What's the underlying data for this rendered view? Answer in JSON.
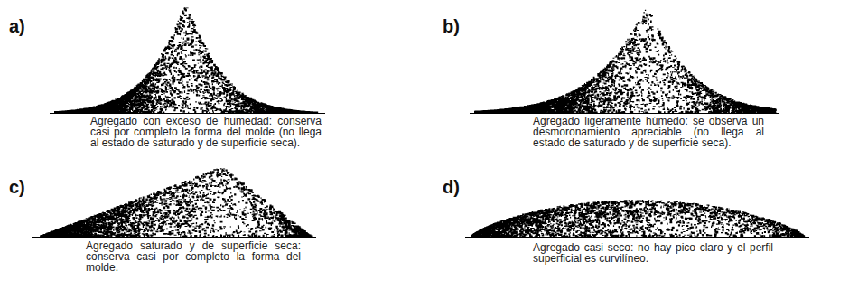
{
  "diagram": {
    "labels": [
      "a)",
      "Agregado con exceso de humedad: conserva casi por completo la forma del molde (no llega al estado de saturado y de superficie seca).",
      "b)",
      "Agregado ligeramente húmedo: se observa un desmoronamiento apreciable (no llega al estado de saturado y de superficie seca).",
      "c)",
      "Agregado saturado y de superficie seca: conserva casi por completo la forma del molde.",
      "d)",
      "Agregado casi seco: no hay pico claro y el perfil superficial es curvilíneo."
    ]
  }
}
